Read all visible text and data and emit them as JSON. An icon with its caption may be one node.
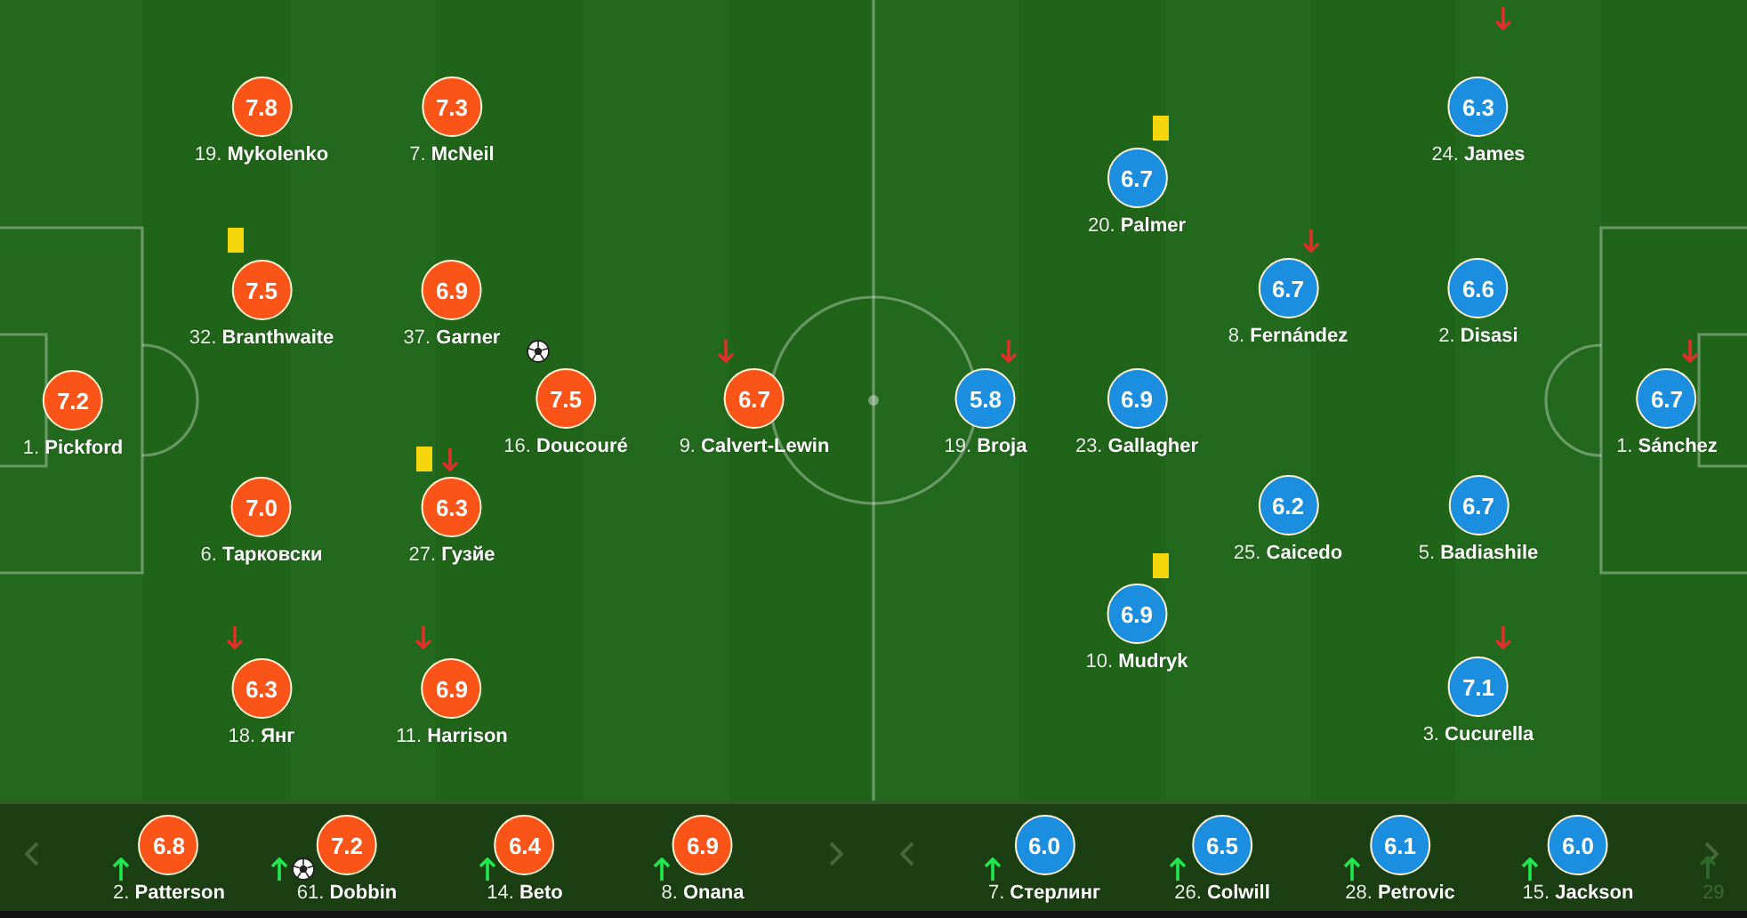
{
  "diagram": {
    "nodes": [
      {
        "text": [
          "7.2"
        ],
        "beside": [
          "1. **Pickford**"
        ]
      },
      {
        "text": [
          "7.8"
        ],
        "beside": [
          "19. **Mykolenko**"
        ]
      },
      {
        "text": [
          "7.5"
        ],
        "beside": [
          "32. **Branthwaite**"
        ]
      },
      {
        "text": [
          "7.0"
        ],
        "beside": [
          "6. **Тарковски**"
        ]
      },
      {
        "text": [
          "6.3"
        ],
        "beside": [
          "18. **Янг**"
        ]
      },
      {
        "text": [
          "7.3"
        ],
        "beside": [
          "7. **McNeil**"
        ]
      },
      {
        "text": [
          "6.9"
        ],
        "beside": [
          "37. **Garner**"
        ]
      },
      {
        "text": [
          "6.3"
        ],
        "beside": [
          "27. **Гузйе**"
        ]
      },
      {
        "text": [
          "6.9"
        ],
        "beside": [
          "11. **Harrison**"
        ]
      },
      {
        "text": [
          "7.5"
        ],
        "beside": [
          "16. **Doucouré**"
        ]
      },
      {
        "text": [
          "6.7"
        ],
        "beside": [
          "9. **Calvert-Lewin**"
        ]
      },
      {
        "text": [
          "5.8"
        ],
        "beside": [
          "19. **Broja**"
        ]
      },
      {
        "text": [
          "6.7"
        ],
        "beside": [
          "20. **Palmer**"
        ]
      },
      {
        "text": [
          "6.9"
        ],
        "beside": [
          "23. **Gallagher**"
        ]
      },
      {
        "text": [
          "6.9"
        ],
        "beside": [
          "10. **Mudryk**"
        ]
      },
      {
        "text": [
          "6.7"
        ],
        "beside": [
          "8. **Fernández**"
        ]
      },
      {
        "text": [
          "6.2"
        ],
        "beside": [
          "25. **Caicedo**"
        ]
      },
      {
        "text": [
          "6.3"
        ],
        "beside": [
          "24. **James**"
        ]
      },
      {
        "text": [
          "6.6"
        ],
        "beside": [
          "2. **Disasi**"
        ]
      },
      {
        "text": [
          "6.7"
        ],
        "beside": [
          "5. **Badiashile**"
        ]
      },
      {
        "text": [
          "7.1"
        ],
        "beside": [
          "3. **Cucurella**"
        ]
      },
      {
        "text": [
          "6.7"
        ],
        "beside": [
          "1. **Sánchez**"
        ]
      },
      {
        "text": [
          "6.8"
        ],
        "beside": [
          "2. **Patterson**"
        ]
      },
      {
        "text": [
          "7.2"
        ],
        "beside": [
          "61. **Dobbin**"
        ]
      },
      {
        "text": [
          "6.4"
        ],
        "beside": [
          "14. **Beto**"
        ]
      },
      {
        "text": [
          "6.9"
        ],
        "beside": [
          "8. **Onana**"
        ]
      },
      {
        "text": [
          "6.0"
        ],
        "beside": [
          "7. **Стерлинг**"
        ]
      },
      {
        "text": [
          "6.5"
        ],
        "beside": [
          "26. **Colwill**"
        ]
      },
      {
        "text": [
          "6.1"
        ],
        "beside": [
          "28. **Petrovic**"
        ]
      },
      {
        "text": [
          "6.0"
        ],
        "beside": [
          "15. **Jackson**"
        ]
      }
    ],
    "labels": [
      "29"
    ]
  }
}
